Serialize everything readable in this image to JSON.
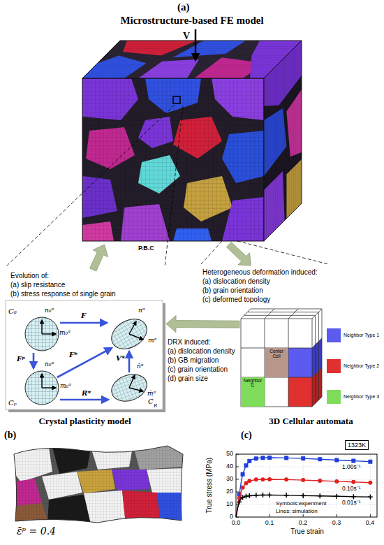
{
  "diagram": {
    "nodes": [
      {
        "text": [
          "Microstructure-based FE model"
        ]
      },
      {
        "text": [
          "Crystal plasticity model"
        ]
      },
      {
        "text": [
          "3D Cellular automata"
        ]
      },
      {
        "text": [
          "1323K"
        ]
      },
      {
        "text": [
          "Center Cell"
        ],
        "in": 2
      },
      {
        "text": [
          "Neighbor C"
        ],
        "in": 2
      }
    ],
    "edges": [
      {
        "from": 0,
        "to": 2,
        "arrow": "to"
      },
      {
        "from": 2,
        "to": 1,
        "arrow": "to"
      },
      {
        "from": 1,
        "to": 0,
        "arrow": "to"
      }
    ],
    "labels": [
      "(a)",
      "V",
      "P.B.C",
      "Evolution of:",
      "(a) slip resistance",
      "(b) stress response of single grain",
      "Heterogeneous deformation induced:",
      "(a) dislocation density",
      "(b) grain orientation",
      "(c) deformed topology",
      "DRX induced:",
      "(a) dislocation density",
      "(b) GB migration",
      "(c) grain orientation",
      "(d) grain size",
      "C₀",
      "n₀ᵅ",
      "m₀ᵅ",
      "F",
      "nᵅ",
      "mᵅ",
      "Fᵖ",
      "F*",
      "V*",
      "n₀ᵅ",
      "m₀ᵅ",
      "n̄ᵅ",
      "m̄ᵅ",
      "Cₚ",
      "R*",
      "C",
      "R",
      "(b)",
      "ε̄ᵖ = 0.4",
      "(c)",
      "True stress (MPa)",
      "True strain",
      "0",
      "10",
      "20",
      "30",
      "40",
      "50",
      "0.0",
      "0.1",
      "0.2",
      "0.3",
      "0.4",
      "1.00s⁻¹",
      "0.10s⁻¹",
      "0.01s⁻¹",
      "Symbols:experiment",
      "Lines: simulation"
    ],
    "legend": [
      {
        "text": "Neighbor Type 1",
        "color": "#5b5bf0"
      },
      {
        "text": "Neighbor Type 2",
        "color": "#e03030"
      },
      {
        "text": "Neighbor Type 3",
        "color": "#7fdc5a"
      }
    ]
  }
}
